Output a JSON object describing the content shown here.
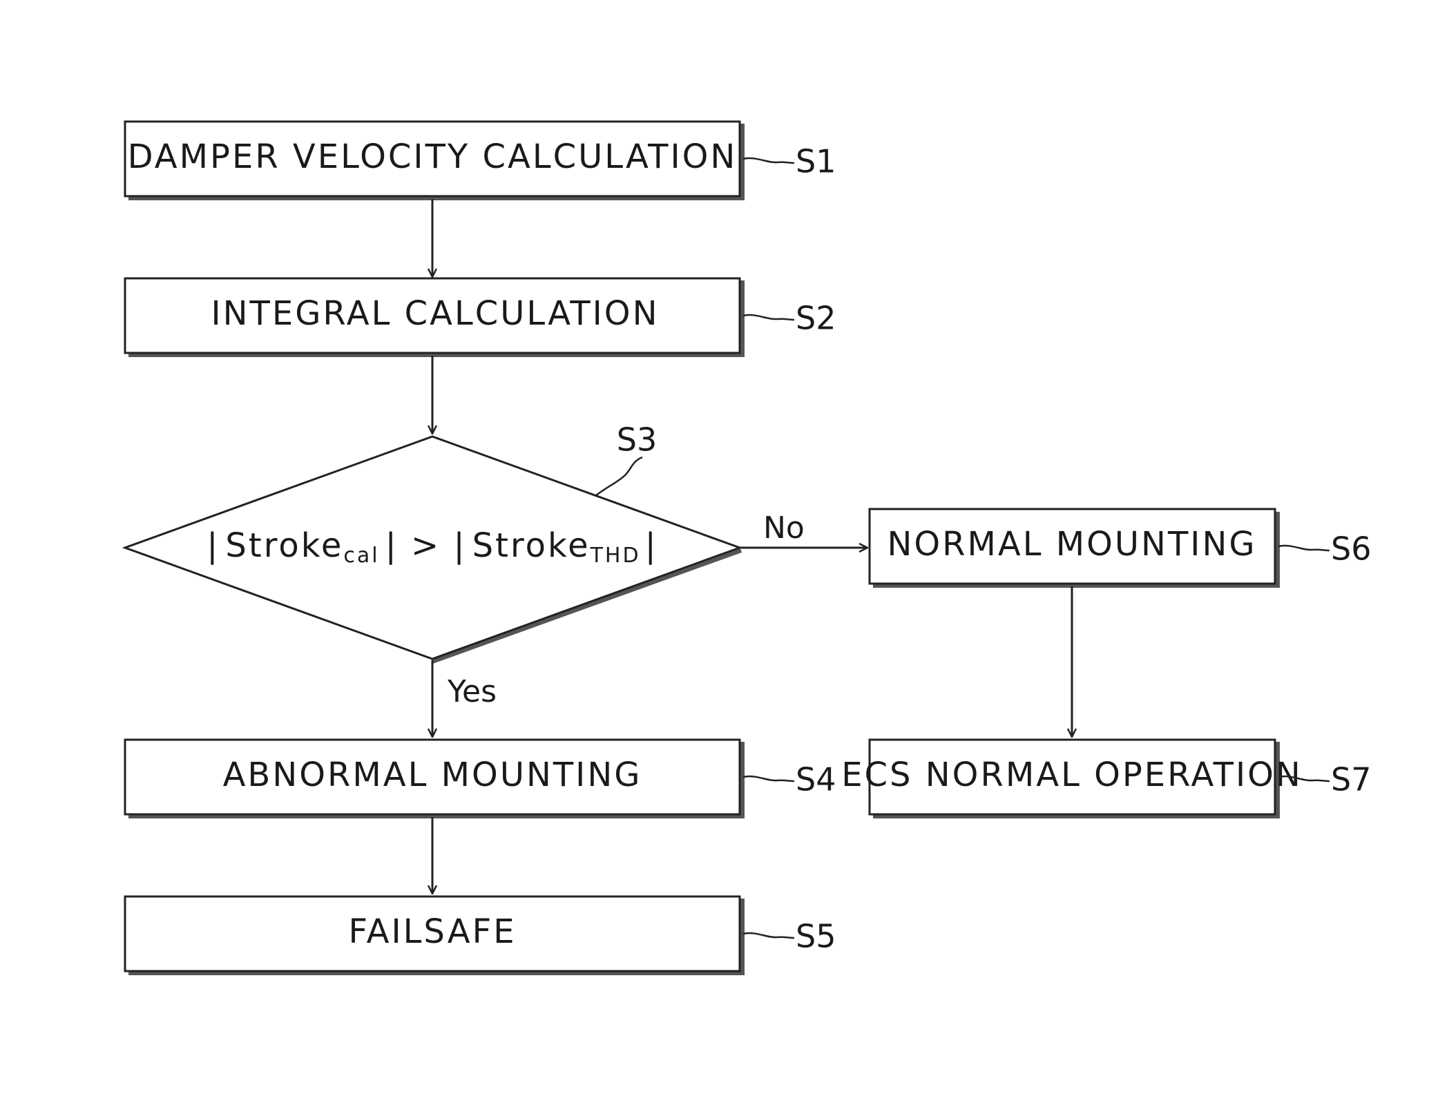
{
  "flowchart": {
    "steps": {
      "s1": {
        "id": "S1",
        "label": "DAMPER VELOCITY CALCULATION"
      },
      "s2": {
        "id": "S2",
        "label": "INTEGRAL CALCULATION"
      },
      "s3": {
        "id": "S3",
        "condition": {
          "left_bar": "|",
          "left_base": "Stroke",
          "left_sub": "cal",
          "middle": "| > |",
          "right_base": "Stroke",
          "right_sub": "THD",
          "right_bar": "|"
        }
      },
      "s4": {
        "id": "S4",
        "label": "ABNORMAL MOUNTING"
      },
      "s5": {
        "id": "S5",
        "label": "FAILSAFE"
      },
      "s6": {
        "id": "S6",
        "label": "NORMAL MOUNTING"
      },
      "s7": {
        "id": "S7",
        "label": "ECS NORMAL OPERATION"
      }
    },
    "branches": {
      "yes": "Yes",
      "no": "No"
    }
  }
}
